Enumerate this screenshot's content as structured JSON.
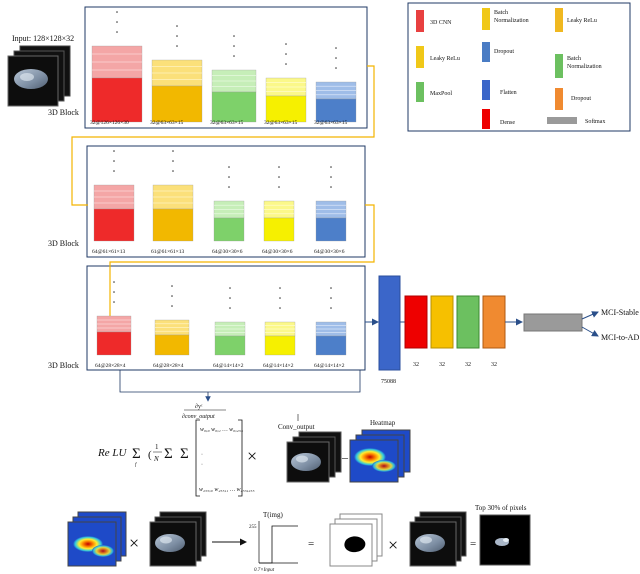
{
  "input": {
    "label": "Input: 128×128×32"
  },
  "blocks": [
    {
      "label": "3D Block",
      "dims": [
        "32@126×126×30",
        "32@63×63×15",
        "32@63×63×15",
        "32@63×63×15",
        "32@63×63×15"
      ]
    },
    {
      "label": "3D Block",
      "dims": [
        "64@61×61×13",
        "61@61×61×13",
        "64@30×30×6",
        "64@30×30×6",
        "64@30×30×6"
      ]
    },
    {
      "label": "3D Block",
      "dims": [
        "64@28×28×4",
        "64@28×28×4",
        "64@14×14×2",
        "64@14×14×2",
        "64@14×14×2"
      ]
    }
  ],
  "legend": {
    "items": [
      {
        "label": "3D CNN",
        "color": "#e84040"
      },
      {
        "label": "Batch Normalization",
        "color": "#f0c818"
      },
      {
        "label": "Leaky ReLu",
        "color": "#f0c818"
      },
      {
        "label": "Leaky ReLu",
        "color": "#f0b820"
      },
      {
        "label": "Dropout",
        "color": "#4a7cc4"
      },
      {
        "label": "MaxPool",
        "color": "#6cc060"
      },
      {
        "label": "Batch Normalization",
        "color": "#6cc060"
      },
      {
        "label": "Flatten",
        "color": "#3b66c9"
      },
      {
        "label": "Dropout",
        "color": "#f08a30"
      },
      {
        "label": "Dense",
        "color": "#ee0000"
      },
      {
        "label": "Softmax",
        "color": "#9a9a9a"
      }
    ]
  },
  "dense": {
    "flatten_size": "75088",
    "units": [
      "32",
      "32",
      "32",
      "32"
    ]
  },
  "outputs": [
    "MCI-Stable",
    "MCI-to-AD"
  ],
  "formula": {
    "prefix": "Re LU",
    "frac_num": "1",
    "frac_den": "N",
    "matrix_top": "w₀,₀  w₀,₁ …  w₀,₂₅₅",
    "matrix_bottom": "w₂₅₅,₀ w₂₅₅,₁ … w₂₅₅,₂₅₅",
    "partial_top": "∂yᶜ",
    "partial_bottom": "∂conv_output",
    "operator": "×",
    "minus": "–"
  },
  "conv_output_label": "Conv_output",
  "heatmap_label": "Heatmap",
  "threshold": {
    "title": "T(img)",
    "y_max": "255",
    "x_label": "0.7×Input"
  },
  "equals": "=",
  "top_pixels_label": "Top 30% of pixels"
}
